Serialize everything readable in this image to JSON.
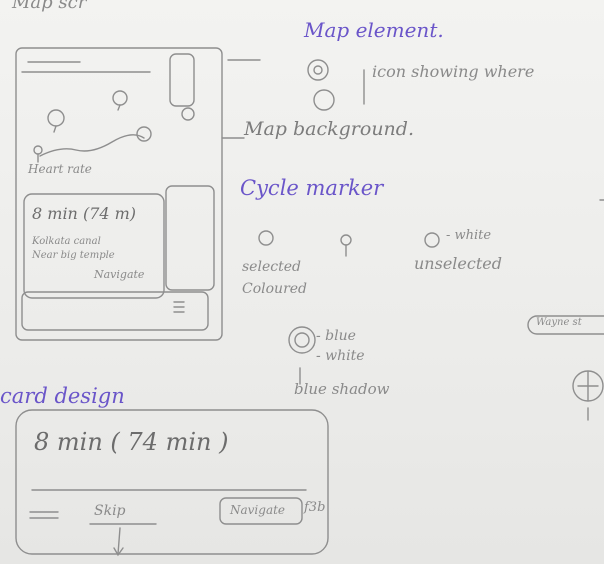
{
  "sketch": {
    "top_scribble": "Map scr",
    "heading_map_element": "Map element.",
    "note_map_element": "icon showing where",
    "heading_map_background": "Map background.",
    "heading_cycle_marker": "Cycle marker",
    "label_selected_coloured": "selected\nColoured",
    "label_white": "- white",
    "label_unselected": "unselected",
    "label_blue_white": "- blue\n- white",
    "label_blue_shadow": "blue shadow",
    "label_right_pill": "Wayne st",
    "heading_card_design": "card design",
    "card_time": "8 min ( 74 min )",
    "card_link": "Skip",
    "card_button": "Navigate",
    "card_side_note": "f3b",
    "phone": {
      "status_text": "Heart rate",
      "card_time": "8 min (74 m)",
      "card_line1": "Kolkata canal",
      "card_line2": "Near big temple",
      "card_button": "Navigate"
    }
  },
  "colors": {
    "paper": "#eeeeec",
    "pencil": "#8a8a8a",
    "ink": "#6a55c9"
  }
}
